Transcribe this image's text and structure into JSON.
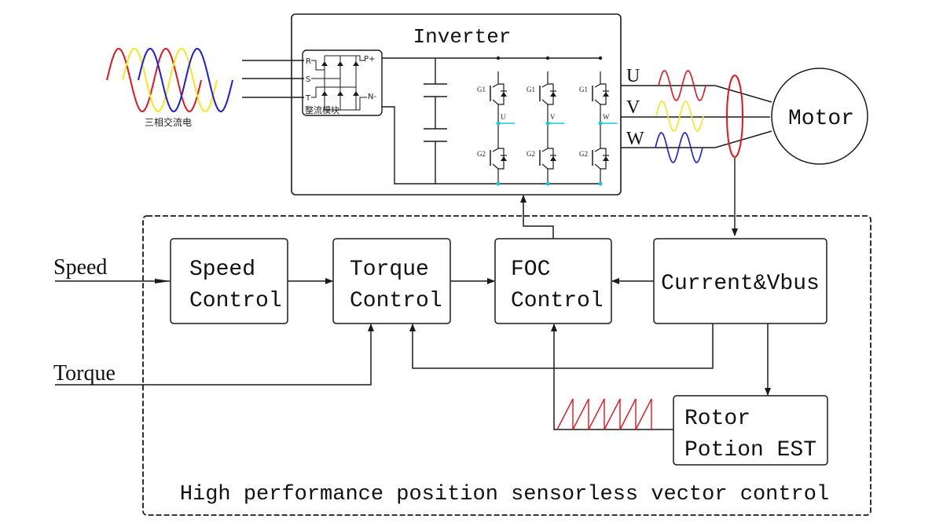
{
  "colors": {
    "line": "#1a1a1a",
    "phase_r": "#e8141c",
    "phase_s": "#f7e81a",
    "phase_t": "#1a1ae6",
    "node": "#19c8d8",
    "sensor": "#e8141c",
    "ramp": "#e8141c"
  },
  "source": {
    "caption": "三相交流电",
    "phases": [
      "R",
      "S",
      "T"
    ]
  },
  "rectifier": {
    "caption": "整流模块",
    "inputs": [
      "R",
      "S",
      "T"
    ],
    "outputs": [
      "P+",
      "N-"
    ]
  },
  "inverter": {
    "title": "Inverter",
    "legs": [
      {
        "upper": "G1",
        "lower": "G2",
        "phase": "U"
      },
      {
        "upper": "G1",
        "lower": "G2",
        "phase": "V"
      },
      {
        "upper": "G1",
        "lower": "G2",
        "phase": "W"
      }
    ]
  },
  "output_phases": [
    "U",
    "V",
    "W"
  ],
  "motor": {
    "label": "Motor"
  },
  "inputs": {
    "speed": "Speed",
    "torque": "Torque"
  },
  "blocks": {
    "speed_control": [
      "Speed",
      "Control"
    ],
    "torque_control": [
      "Torque",
      "Control"
    ],
    "foc_control": [
      "FOC",
      "Control"
    ],
    "current_vbus": [
      "Current&Vbus"
    ],
    "rotor_est": [
      "Rotor",
      "Potion EST"
    ]
  },
  "control_group": {
    "caption": "High performance position sensorless vector control"
  }
}
